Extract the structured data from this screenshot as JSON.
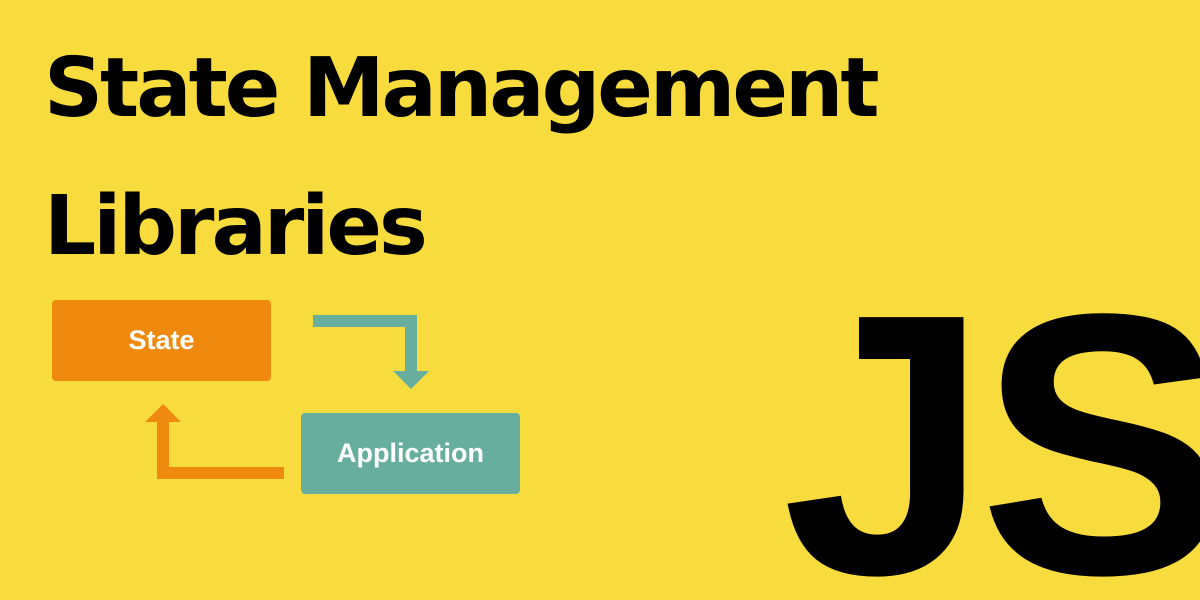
{
  "title": {
    "line1": "State Management",
    "line2": "Libraries"
  },
  "diagram": {
    "nodes": {
      "state": {
        "label": "State",
        "color": "#EF8A0E"
      },
      "application": {
        "label": "Application",
        "color": "#67AE9F"
      }
    },
    "edges": [
      {
        "from": "state",
        "to": "application",
        "color": "#67AE9F"
      },
      {
        "from": "application",
        "to": "state",
        "color": "#EF8A0E"
      }
    ]
  },
  "logo": {
    "text": "JS",
    "color": "#000000"
  },
  "colors": {
    "background": "#F8DB3C",
    "text": "#000000"
  }
}
